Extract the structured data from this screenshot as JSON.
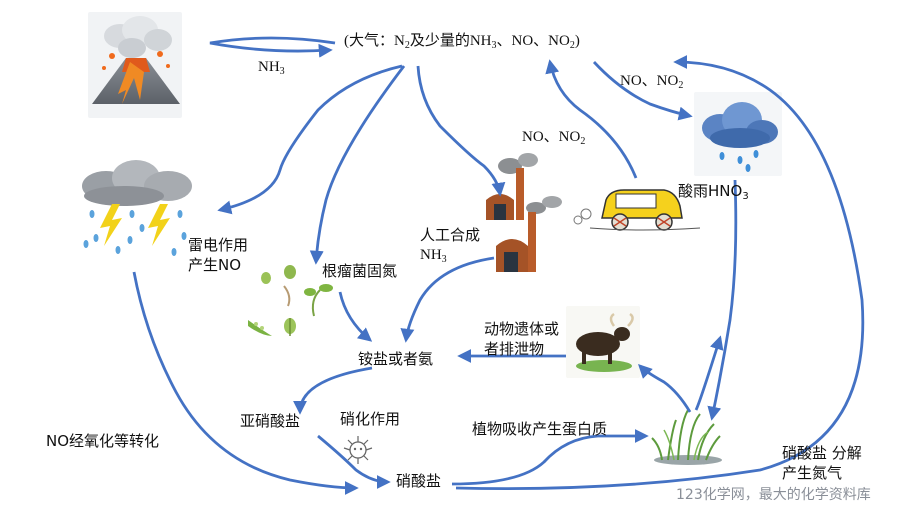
{
  "colors": {
    "arrow": "#4472C4",
    "text": "#111111",
    "watermark": "#8A8F98"
  },
  "labels": {
    "atmosphere_prefix": "(大气：N",
    "atmosphere_sub1": "2",
    "atmosphere_mid": "及少量的NH",
    "atmosphere_sub2": "3",
    "atmosphere_mid2": "、NO、NO",
    "atmosphere_sub3": "2",
    "atmosphere_suffix": ")",
    "nh3_volcano": "NH",
    "nh3_volcano_sub": "3",
    "no_no2_top": "NO、NO",
    "no_no2_top_sub": "2",
    "no_no2_car": "NO、NO",
    "no_no2_car_sub": "2",
    "acid_rain": "酸雨HNO",
    "acid_rain_sub": "3",
    "lightning_line1": "雷电作用",
    "lightning_line2": "产生NO",
    "root_nodule": "根瘤菌固氮",
    "artificial_line1": "人工合成",
    "artificial_line2": "NH",
    "artificial_line2_sub": "3",
    "animal_line1": "动物遗体或",
    "animal_line2": "者排泄物",
    "ammonium": "铵盐或者氨",
    "nitrite": "亚硝酸盐",
    "nitrification": "硝化作用",
    "plant_absorb": "植物吸收产生蛋白质",
    "no_oxidation": "NO经氧化等转化",
    "nitrate": "硝酸盐",
    "decompose_line1": "硝酸盐 分解",
    "decompose_line2": "产生氮气",
    "watermark": "123化学网，最大的化学资料库"
  },
  "icons": [
    "volcano-icon",
    "thunderstorm-icon",
    "rain-cloud-icon",
    "factory-icon",
    "car-icon",
    "legume-plant-icon",
    "buffalo-icon",
    "bacteria-icon",
    "grass-icon"
  ]
}
